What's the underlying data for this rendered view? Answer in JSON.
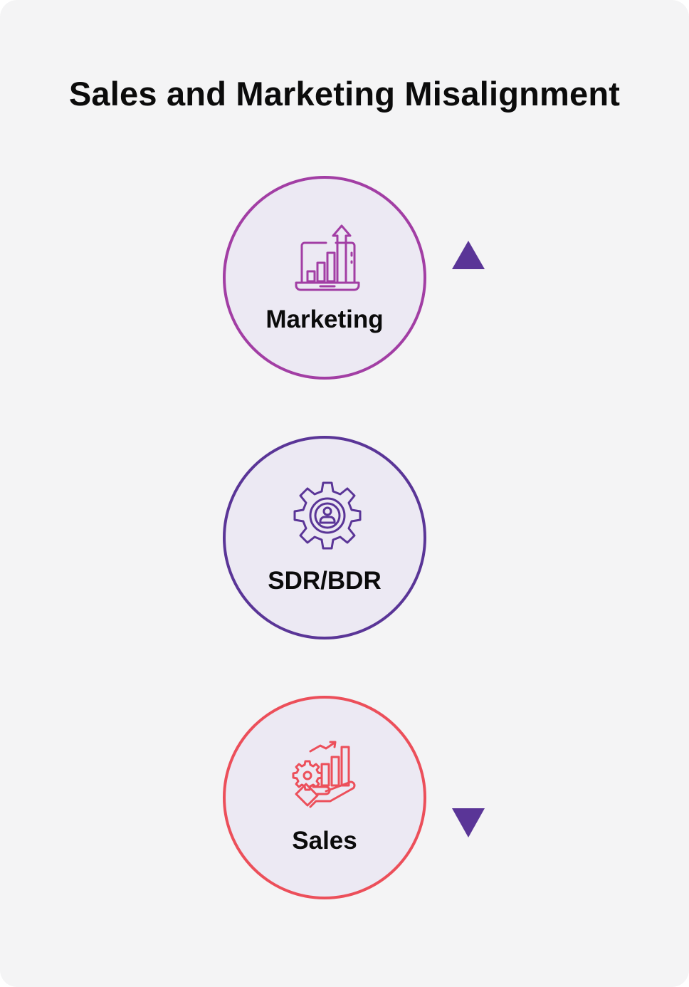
{
  "title": "Sales and Marketing Misalignment",
  "nodes": [
    {
      "label": "Marketing",
      "icon": "laptop-growth-chart-icon",
      "color": "#a23ea4"
    },
    {
      "label": "SDR/BDR",
      "icon": "gear-user-icon",
      "color": "#5a3597"
    },
    {
      "label": "Sales",
      "icon": "hand-gear-chart-icon",
      "color": "#ec4f5a"
    }
  ],
  "arrows": [
    {
      "direction": "up",
      "from": "SDR/BDR",
      "to": "Marketing"
    },
    {
      "direction": "down",
      "from": "SDR/BDR",
      "to": "Sales"
    }
  ],
  "colors": {
    "background": "#f4f4f5",
    "circle_fill": "#ece9f3",
    "arrow_dark": "#5a3597",
    "arrow_light": "#a23ea4"
  }
}
